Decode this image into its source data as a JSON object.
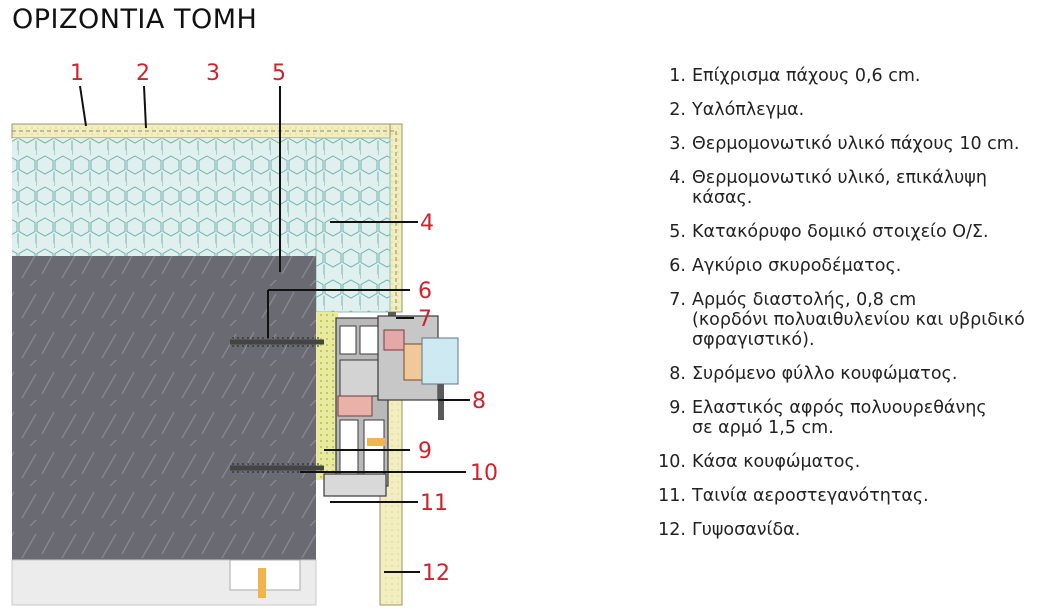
{
  "title": "ΟΡΙΖΟΝΤΙΑ ΤΟΜΗ",
  "callouts": [
    "1",
    "2",
    "3",
    "5",
    "4",
    "6",
    "7",
    "8",
    "9",
    "10",
    "11",
    "12"
  ],
  "legend": [
    {
      "num": "1.",
      "text": "Επίχρισμα πάχους 0,6 cm."
    },
    {
      "num": "2.",
      "text": "Υαλόπλεγμα."
    },
    {
      "num": "3.",
      "text": "Θερμομονωτικό υλικό πάχους 10 cm."
    },
    {
      "num": "4.",
      "text": "Θερμομονωτικό υλικό, επικάλυψη κάσας."
    },
    {
      "num": "5.",
      "text": "Κατακόρυφο δομικό στοιχείο Ο/Σ."
    },
    {
      "num": "6.",
      "text": "Αγκύριο σκυροδέματος."
    },
    {
      "num": "7.",
      "text": "Αρμός διαστολής, 0,8 cm\n(κορδόνι πολυαιθυλενίου και υβριδικό\nσφραγιστικό)."
    },
    {
      "num": "8.",
      "text": "Συρόμενο φύλλο κουφώματος."
    },
    {
      "num": "9.",
      "text": "Ελαστικός αφρός πολυουρεθάνης\nσε αρμό 1,5 cm."
    },
    {
      "num": "10.",
      "text": "Κάσα κουφώματος."
    },
    {
      "num": "11.",
      "text": "Ταινία αεροστεγανότητας."
    },
    {
      "num": "12.",
      "text": "Γυψοσανίδα."
    }
  ],
  "colors": {
    "label_red": "#d0222b",
    "concrete": "#6b6b73",
    "insulation": "#dcefee",
    "plaster": "#f1ecb8",
    "frame": "#9c9c9c",
    "foam": "#e4e79a"
  }
}
